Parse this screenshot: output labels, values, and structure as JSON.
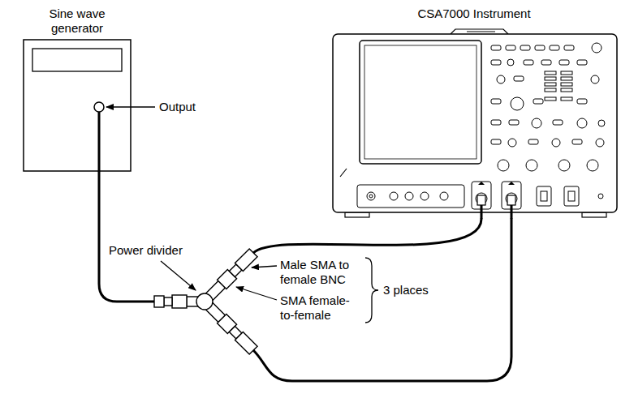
{
  "diagram": {
    "nodes": [
      {
        "text": [
          "Sine wave generator"
        ]
      },
      {
        "text": [
          "CSA7000 Instrument"
        ]
      },
      {
        "text": [
          "Power divider"
        ]
      }
    ],
    "edges": [
      {
        "from": 0,
        "to": 2,
        "arrow": "none"
      },
      {
        "from": 2,
        "to": 1,
        "arrow": "none"
      },
      {
        "from": 2,
        "to": 1,
        "arrow": "none"
      }
    ],
    "labels": [
      "Output",
      "Male SMA to female BNC",
      "SMA female-to-female",
      "3 places"
    ]
  }
}
